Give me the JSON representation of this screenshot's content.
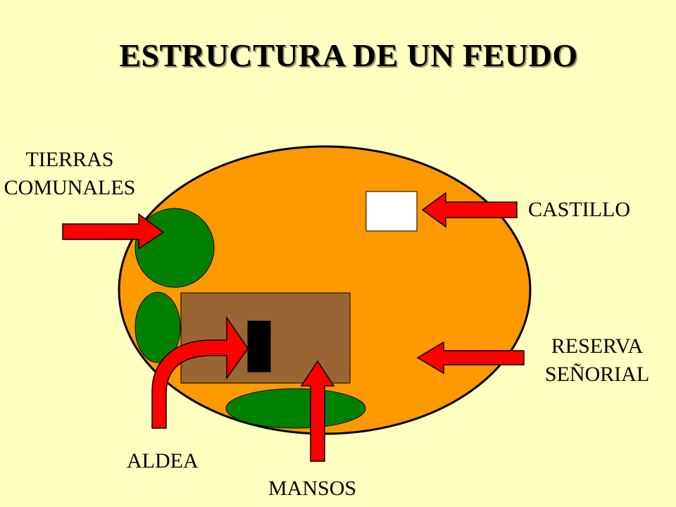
{
  "title": "ESTRUCTURA DE UN FEUDO",
  "labels": {
    "tierras_comunales": [
      "TIERRAS",
      "COMUNALES"
    ],
    "castillo": "CASTILLO",
    "reserva_senorial": [
      "RESERVA",
      "SEÑORIAL"
    ],
    "aldea": "ALDEA",
    "mansos": "MANSOS"
  },
  "colors": {
    "background": "#FFFFC0",
    "fief": "#FF9900",
    "forest": "#008000",
    "village": "#996633",
    "castle": "#FFFFFF",
    "arrow": "#FF0000",
    "outline": "#000000"
  }
}
